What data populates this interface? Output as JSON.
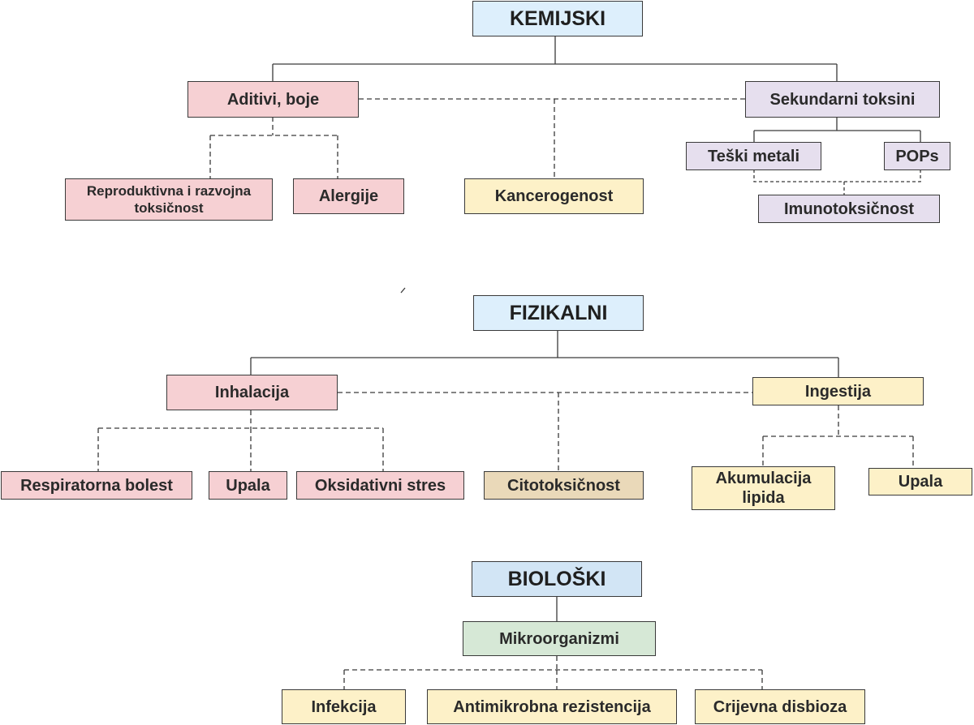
{
  "chemical": {
    "root": "KEMIJSKI",
    "additives": "Aditivi, boje",
    "secondary_toxins": "Sekundarni toksini",
    "reproductive": "Reproduktivna i razvojna toksičnost",
    "allergies": "Alergije",
    "carcinogenicity": "Kancerogenost",
    "heavy_metals": "Teški metali",
    "pops": "POPs",
    "immunotoxicity": "Imunotoksičnost"
  },
  "physical": {
    "root": "FIZIKALNI",
    "inhalation": "Inhalacija",
    "ingestion": "Ingestija",
    "respiratory": "Respiratorna bolest",
    "inflammation_left": "Upala",
    "oxidative_stress": "Oksidativni stres",
    "cytotoxicity": "Citotoksičnost",
    "lipid_accumulation": "Akumulacija lipida",
    "inflammation_right": "Upala"
  },
  "biological": {
    "root": "BIOLOŠKI",
    "microorganisms": "Mikroorganizmi",
    "infection": "Infekcija",
    "antimicrobial_resistance": "Antimikrobna rezistencija",
    "gut_dysbiosis": "Crijevna disbioza"
  }
}
